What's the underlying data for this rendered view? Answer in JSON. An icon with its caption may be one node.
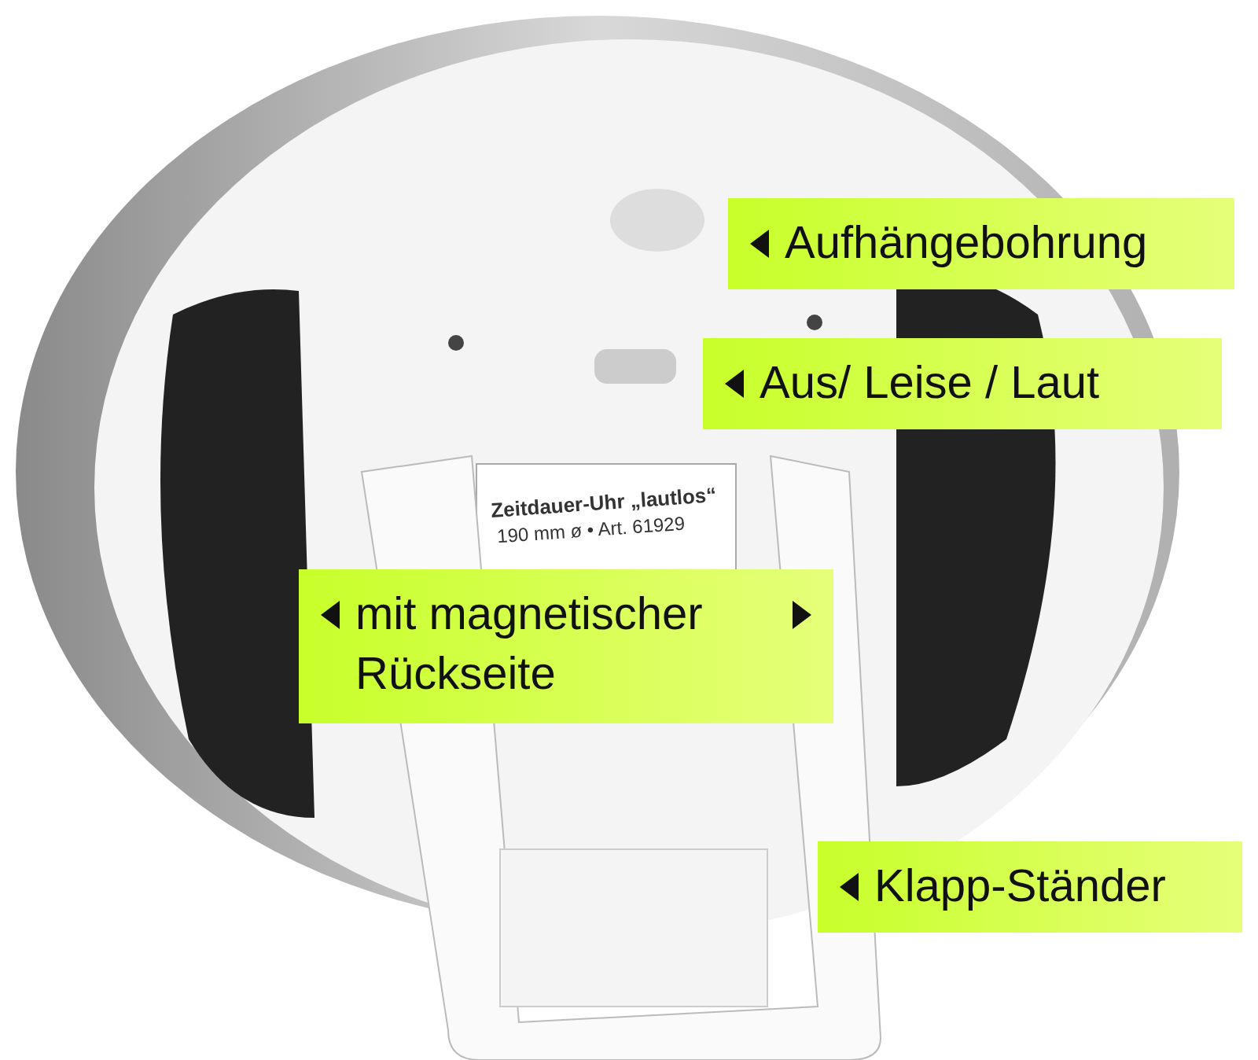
{
  "diagram": {
    "nodes": [
      {
        "text": [
          "Aufhängebohrung"
        ]
      },
      {
        "text": [
          "Aus/ Leise / Laut"
        ]
      },
      {
        "text": [
          "mit magnetischer Rückseite"
        ]
      },
      {
        "text": [
          "Klapp-Ständer"
        ]
      }
    ],
    "labels": [
      "Zeitdauer-Uhr „lautlos“",
      "190 mm ø • Art. 61929"
    ]
  }
}
